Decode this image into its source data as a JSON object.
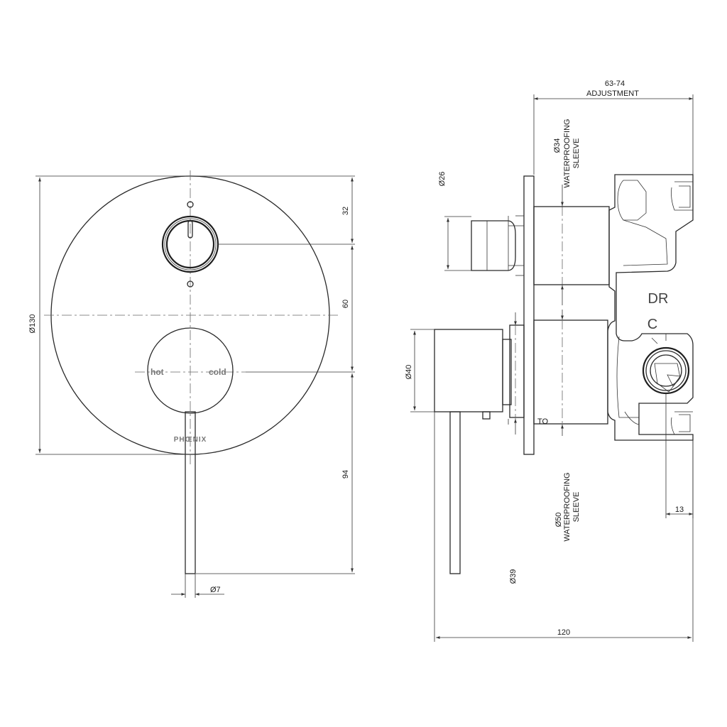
{
  "front_view": {
    "diameter_label": "Ø130",
    "dim_top": "32",
    "dim_mid": "60",
    "dim_bottom": "94",
    "lever_diameter": "Ø7",
    "hot_label": "hot",
    "cold_label": "cold",
    "brand_label": "PHŒNIX"
  },
  "side_view": {
    "adjustment_range": "63-74",
    "adjustment_label": "ADJUSTMENT",
    "sleeve_top_dia": "Ø34",
    "sleeve_top_text1": "WATERPROOFING",
    "sleeve_top_text2": "SLEEVE",
    "sleeve_bottom_dia": "Ø50",
    "sleeve_bottom_text1": "WATERPROOFING",
    "sleeve_bottom_text2": "SLEEVE",
    "dim_26": "Ø26",
    "dim_40": "Ø40",
    "dim_39": "Ø39",
    "dim_13": "13",
    "dim_120": "120",
    "body_mark_dr": "DR",
    "body_mark_c": "C"
  }
}
